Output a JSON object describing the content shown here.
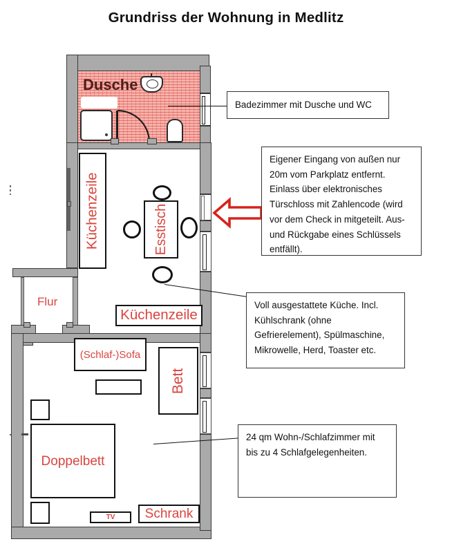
{
  "page": {
    "title": "Grundriss der Wohnung in Medlitz"
  },
  "colors": {
    "label_red": "#d9453e",
    "wall_gray": "#aaaaab",
    "bathroom_tile": "#f6b4ae",
    "arrow_red": "#d6231b",
    "text_black": "#111111"
  },
  "floorplan": {
    "rooms": [
      {
        "id": "bathroom",
        "label": "Dusche"
      },
      {
        "id": "hallway",
        "label": "Flur"
      }
    ],
    "furniture": [
      {
        "id": "kitchen-counter-vertical",
        "label": "Küchenzeile"
      },
      {
        "id": "dining-table",
        "label": "Esstisch"
      },
      {
        "id": "kitchen-counter-horizontal",
        "label": "Küchenzeile"
      },
      {
        "id": "sofa-bed",
        "label": "(Schlaf-)Sofa"
      },
      {
        "id": "single-bed",
        "label": "Bett"
      },
      {
        "id": "double-bed",
        "label": "Doppelbett"
      },
      {
        "id": "wardrobe",
        "label": "Schrank"
      },
      {
        "id": "tv-unit",
        "label": "TV"
      }
    ]
  },
  "callouts": {
    "bathroom": {
      "id": "callout-bathroom",
      "text": "Badezimmer mit Dusche und WC"
    },
    "entrance": {
      "id": "callout-entrance",
      "lines": [
        "Eigener Eingang von außen nur",
        "20m vom Parkplatz entfernt.",
        "Einlass über elektronisches",
        "Türschloss mit Zahlencode (wird",
        "vor dem Check in mitgeteilt. Aus-",
        "und  Rückgabe eines Schlüssels",
        "entfällt)."
      ]
    },
    "kitchen": {
      "id": "callout-kitchen",
      "lines": [
        "Voll ausgestattete Küche. Incl.",
        "Kühlschrank (ohne",
        "Gefrierelement), Spülmaschine,",
        "Mikrowelle, Herd, Toaster etc."
      ]
    },
    "living": {
      "id": "callout-living",
      "lines": [
        "24 qm Wohn-/Schlafzimmer mit",
        "bis zu 4 Schlafgelegenheiten."
      ]
    }
  }
}
